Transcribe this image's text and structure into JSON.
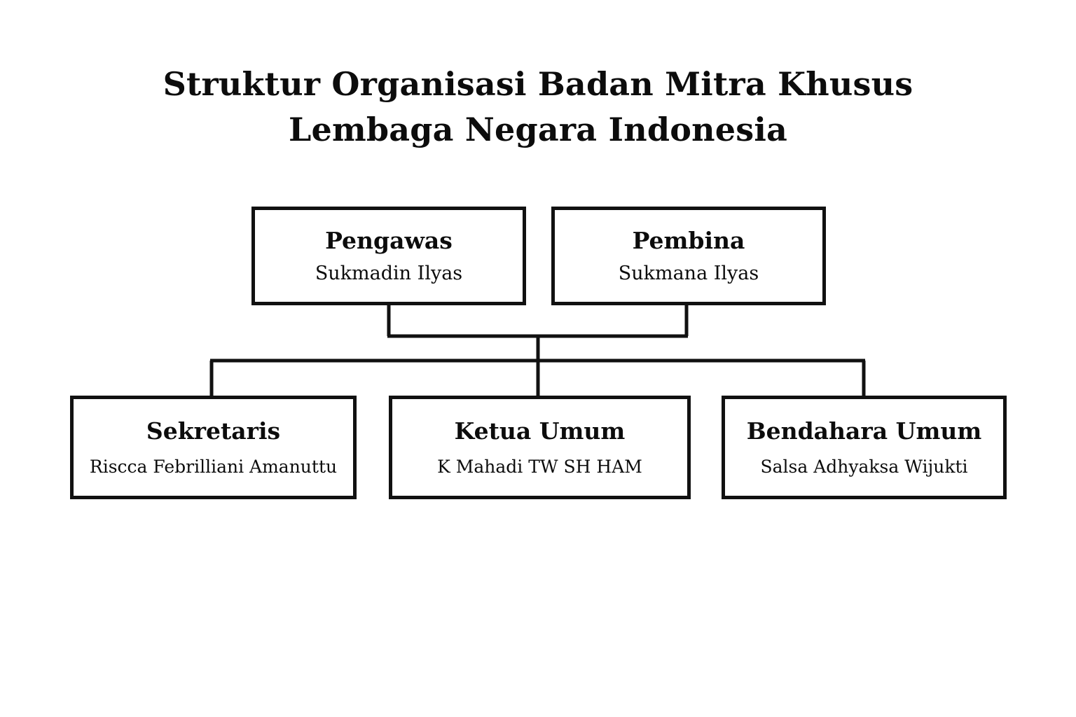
{
  "title": {
    "line1": "Struktur Organisasi Badan Mitra Khusus",
    "line2": "Lembaga Negara Indonesia"
  },
  "colors": {
    "background": "#ffffff",
    "line": "#111111",
    "text": "#0c0c0c"
  },
  "chart_data": {
    "type": "diagram",
    "diagram_type": "organizational-chart",
    "title": "Struktur Organisasi Badan Mitra Khusus Lembaga Negara Indonesia",
    "orientation": "top-down",
    "tiers": [
      {
        "name": "advisory",
        "nodes": [
          "pengawas",
          "pembina"
        ]
      },
      {
        "name": "executive",
        "nodes": [
          "sekretaris",
          "ketua-umum",
          "bendahara-umum"
        ]
      }
    ],
    "nodes": [
      {
        "id": "pengawas",
        "role": "Pengawas",
        "person": "Sukmadin Ilyas",
        "tier": 0
      },
      {
        "id": "pembina",
        "role": "Pembina",
        "person": "Sukmana Ilyas",
        "tier": 0
      },
      {
        "id": "sekretaris",
        "role": "Sekretaris",
        "person": "Riscca Febrilliani Amanuttu",
        "tier": 1
      },
      {
        "id": "ketua-umum",
        "role": "Ketua Umum",
        "person": "K Mahadi TW SH HAM",
        "tier": 1
      },
      {
        "id": "bendahara-umum",
        "role": "Bendahara Umum",
        "person": "Salsa Adhyaksa Wijukti",
        "tier": 1
      }
    ],
    "edges": [
      {
        "from": "pengawas",
        "to": "merge-bar"
      },
      {
        "from": "pembina",
        "to": "merge-bar"
      },
      {
        "from": "merge-bar",
        "to": "sekretaris"
      },
      {
        "from": "merge-bar",
        "to": "ketua-umum"
      },
      {
        "from": "merge-bar",
        "to": "bendahara-umum"
      }
    ]
  },
  "nodes": {
    "pengawas": {
      "role": "Pengawas",
      "person": "Sukmadin Ilyas"
    },
    "pembina": {
      "role": "Pembina",
      "person": "Sukmana Ilyas"
    },
    "sekretaris": {
      "role": "Sekretaris",
      "person": "Riscca Febrilliani Amanuttu"
    },
    "ketua_umum": {
      "role": "Ketua Umum",
      "person": "K Mahadi TW SH HAM"
    },
    "bendahara_umum": {
      "role": "Bendahara Umum",
      "person": "Salsa Adhyaksa Wijukti"
    }
  }
}
